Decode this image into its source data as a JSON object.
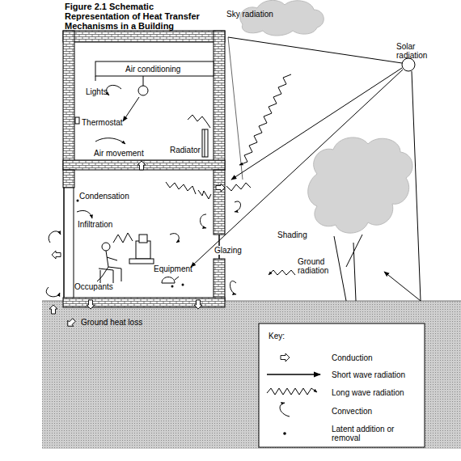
{
  "diagram": {
    "title": "Figure 2.1 Schematic Representation of Heat Transfer Mechanisms in a Building",
    "labels": [
      "Sky radiation",
      "Solar radiation",
      "Air conditioning",
      "Lights",
      "Thermostat",
      "Air movement",
      "Radiator",
      "Condensation",
      "Infiltration",
      "Glazing",
      "Shading",
      "Ground radiation",
      "Occupants",
      "Equipment",
      "Ground heat loss",
      "Key:"
    ],
    "legend": [
      {
        "text": "Conduction"
      },
      {
        "text": "Short wave radiation"
      },
      {
        "text": "Long wave radiation"
      },
      {
        "text": "Convection"
      },
      {
        "text": "Latent addition or removal"
      }
    ]
  }
}
